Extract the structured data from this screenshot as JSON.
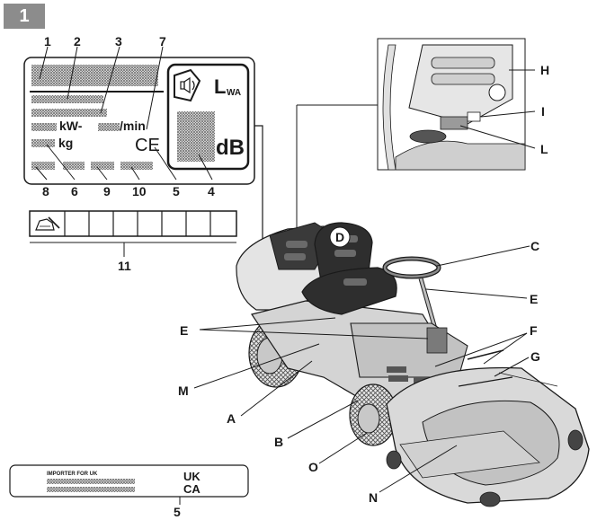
{
  "figure_number": "1",
  "rating_plate": {
    "callouts": [
      "1",
      "2",
      "3",
      "7",
      "8",
      "6",
      "9",
      "10",
      "5",
      "4",
      "11"
    ],
    "unit_kw": "kW-",
    "unit_min": "/min",
    "unit_kg": "kg",
    "ce_mark": "CE",
    "lwa_l": "L",
    "lwa_sub": "WA",
    "db": "dB"
  },
  "uk_plate": {
    "importer_text": "IMPORTER FOR UK",
    "ukca_line1": "UK",
    "ukca_line2": "CA",
    "callout": "5"
  },
  "machine_callouts": {
    "H": "H",
    "I": "I",
    "L": "L",
    "D": "D",
    "C": "C",
    "E1": "E",
    "E2": "E",
    "F": "F",
    "G": "G",
    "M": "M",
    "A": "A",
    "B": "B",
    "O": "O",
    "N": "N"
  },
  "colors": {
    "badge": "#8c8c8c",
    "line": "#1a1a1a",
    "hatch": "#7a7a7a",
    "body_fill": "#d9d9d9",
    "dark_fill": "#333333"
  }
}
